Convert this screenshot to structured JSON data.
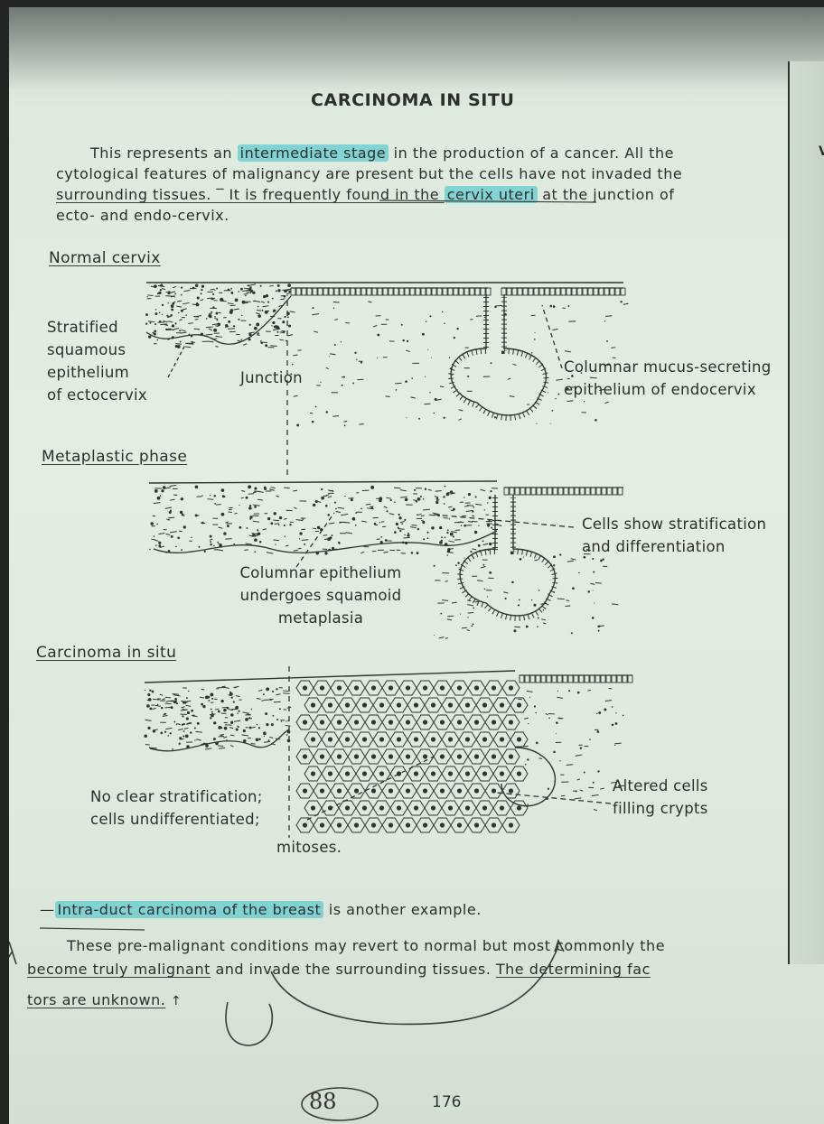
{
  "title": "CARCINOMA IN SITU",
  "paragraph": {
    "lines": [
      [
        "This represents an ",
        "intermediate stage",
        " in the production of a cancer.  All the"
      ],
      [
        "cytological features of malignancy are present but the cells have not invaded the"
      ],
      [
        "surrounding tissues.  ‾ It is frequently found in the ",
        "cervix uteri",
        " at the junction of"
      ],
      [
        "ecto- and endo-cervix."
      ]
    ],
    "l1a": "This represents an ",
    "l1hl": "intermediate stage",
    "l1b": " in the production of a cancer.  All the",
    "l2": "cytological features of malignancy are present but the cells have not invaded the",
    "l3a": "surrounding tissues.  ‾ It is frequently found in the ",
    "l3hl": "cervix uteri",
    "l3b": " at the junction of",
    "l4": "ecto- and endo-cervix."
  },
  "sections": {
    "normal": {
      "heading": "Normal cervix",
      "label_stratified": [
        "Stratified",
        "squamous",
        "epithelium",
        "of ectocervix"
      ],
      "junction": "Junction",
      "label_columnar": [
        "Columnar mucus-secreting",
        "epithelium of endocervix"
      ]
    },
    "metaplastic": {
      "heading": "Metaplastic phase",
      "label_cells": [
        "Cells show stratification",
        "and differentiation"
      ],
      "label_columnar": [
        "Columnar epithelium",
        "undergoes squamoid",
        "metaplasia"
      ]
    },
    "insitu": {
      "heading": "Carcinoma in situ",
      "label_no_strat": [
        "No clear stratification;",
        "cells undifferentiated;"
      ],
      "label_mitoses": "mitoses.",
      "label_altered": [
        "Altered cells",
        "filling crypts"
      ]
    }
  },
  "footer": {
    "l1hl": "Intra-duct carcinoma of the breast",
    "l1b": " is another example.",
    "l2": "These pre-malignant conditions may revert to normal but most commonly the",
    "l3a": "become truly malignant",
    "l3b": " and invade the surrounding tissues.  ",
    "l3c": "The determining fac",
    "l4": "tors are unknown."
  },
  "page_number": "176",
  "handwritten_number": "88",
  "colors": {
    "highlight": "#4ec8cd",
    "ink": "#2b2f2e",
    "paper": "#e1ece0"
  }
}
